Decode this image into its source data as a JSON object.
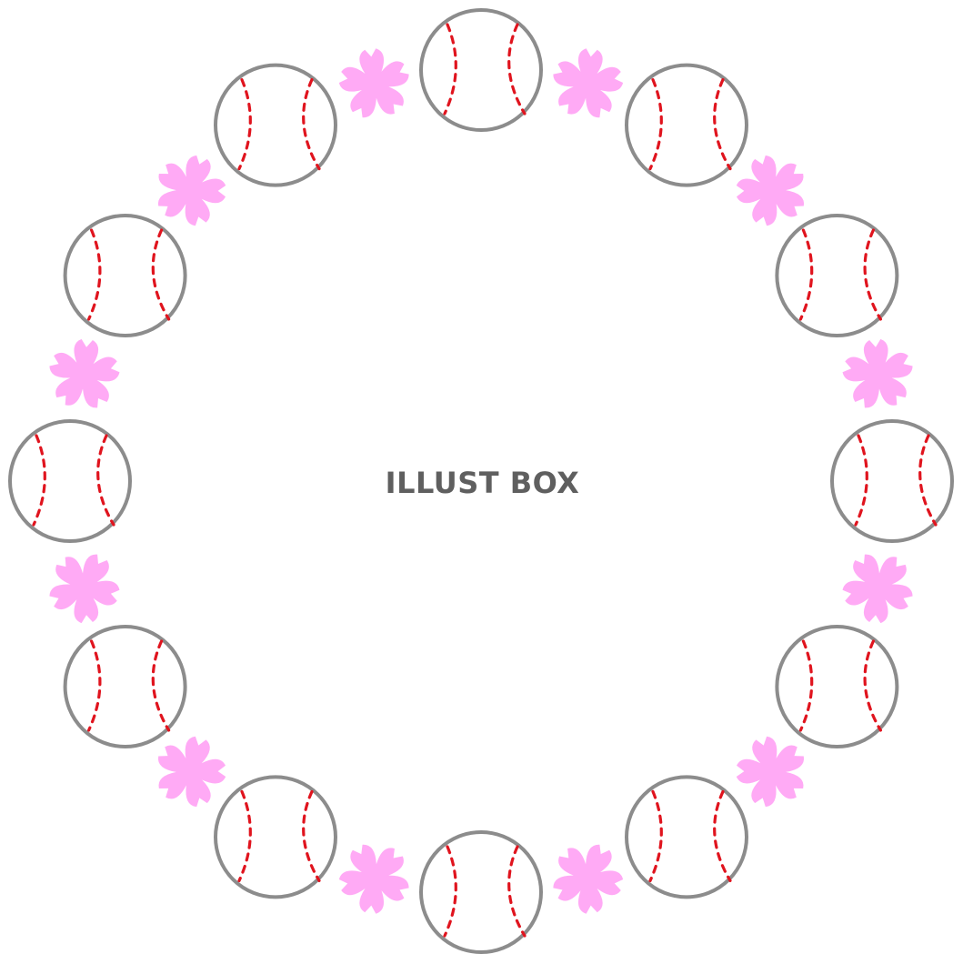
{
  "watermark": {
    "text": "ILLUST BOX"
  },
  "wreath": {
    "baseball_count": 12,
    "blossom_count": 12,
    "baseball_icon": "baseball-icon",
    "blossom_icon": "cherry-blossom-icon",
    "colors": {
      "ball_fill": "#ffffff",
      "ball_outline": "#8c8c8c",
      "stitch": "#e0141e",
      "blossom": "#ffaaf5",
      "background": "#ffffff",
      "watermark": "#5f5f5f"
    }
  }
}
